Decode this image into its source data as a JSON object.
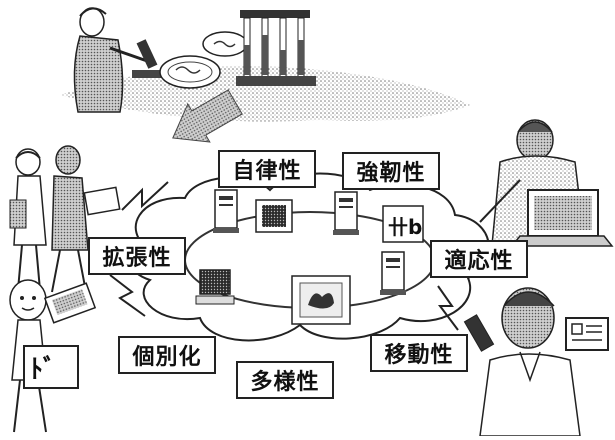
{
  "labels": {
    "autonomy": "自律性",
    "robustness": "強靭性",
    "scalability": "拡張性",
    "adaptability": "適応性",
    "personalization": "個別化",
    "diversity": "多様性",
    "mobility": "移動性"
  },
  "icons": {
    "top_scene": "lab-researcher-microscope-icon",
    "arrow": "down-left-arrow-icon",
    "network": "network-cloud-icon",
    "people": [
      "walking-people-icon",
      "office-worker-laptop-icon",
      "man-with-phone-icon",
      "child-with-signs-icon"
    ],
    "computers": [
      "server-tower-icon",
      "desktop-computer-icon",
      "document-window-icon"
    ]
  },
  "colors": {
    "ink": "#111111",
    "cloud": "#ffffff",
    "grain": "#8a8a8a"
  }
}
